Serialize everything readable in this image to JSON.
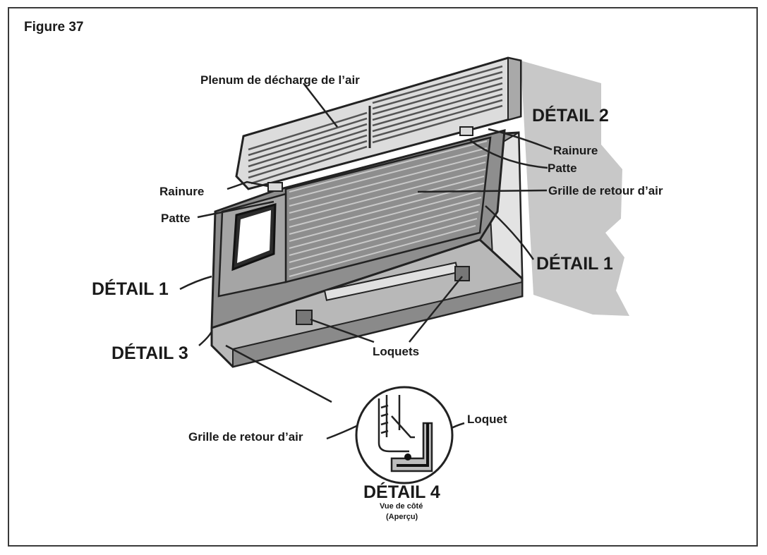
{
  "figure": {
    "title": "Figure 37"
  },
  "labels": {
    "plenum": "Plenum de décharge de l’air",
    "detail2": "DÉTAIL 2",
    "rainure_right": "Rainure",
    "patte_right": "Patte",
    "grille_right": "Grille de retour d’air",
    "rainure_left": "Rainure",
    "patte_left": "Patte",
    "detail1_left": "DÉTAIL 1",
    "detail1_right": "DÉTAIL 1",
    "detail3": "DÉTAIL 3",
    "loquets": "Loquets",
    "grille_inset": "Grille de retour d’air",
    "loquet": "Loquet",
    "detail4": "DÉTAIL 4",
    "side_view": "Vue de côté",
    "preview": "(Aperçu)"
  },
  "colors": {
    "wall": "#c8c8c8",
    "unit_face": "#9a9a9a",
    "unit_dark": "#6e6e6e",
    "grille": "#8a8a8a",
    "line": "#222222"
  }
}
